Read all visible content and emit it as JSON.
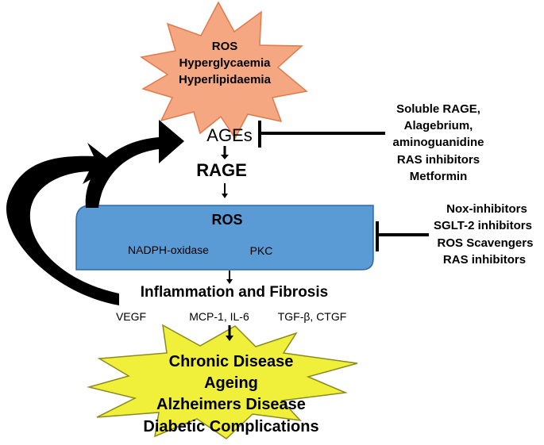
{
  "colors": {
    "top_star_fill": "#f5a782",
    "top_star_stroke": "#e07a4a",
    "ros_box_fill": "#5b9bd5",
    "ros_box_stroke": "#2e6aa5",
    "bottom_star_fill": "#f0ef3a",
    "bottom_star_stroke": "#8a8a20",
    "arrow": "#000000"
  },
  "top_burst": {
    "lines": [
      "ROS",
      "Hyperglycaemia",
      "Hyperlipidaemia"
    ]
  },
  "ages_label": "AGEs",
  "rage_label": "RAGE",
  "ages_inhibitors": {
    "lines": [
      "Soluble RAGE,",
      "Alagebrium,",
      "aminoguanidine",
      "RAS inhibitors",
      "Metformin"
    ]
  },
  "ros_box": {
    "title": "ROS",
    "left_label": "NADPH-oxidase",
    "right_label": "PKC"
  },
  "ros_inhibitors": {
    "lines": [
      "Nox-inhibitors",
      "SGLT-2 inhibitors",
      "ROS Scavengers",
      "RAS inhibitors"
    ]
  },
  "inflammation_label": "Inflammation and Fibrosis",
  "mediators": [
    "VEGF",
    "MCP-1, IL-6",
    "TGF-β, CTGF"
  ],
  "bottom_burst": {
    "lines": [
      "Chronic Disease",
      "Ageing",
      "Alzheimers Disease",
      "Diabetic Complications"
    ]
  }
}
